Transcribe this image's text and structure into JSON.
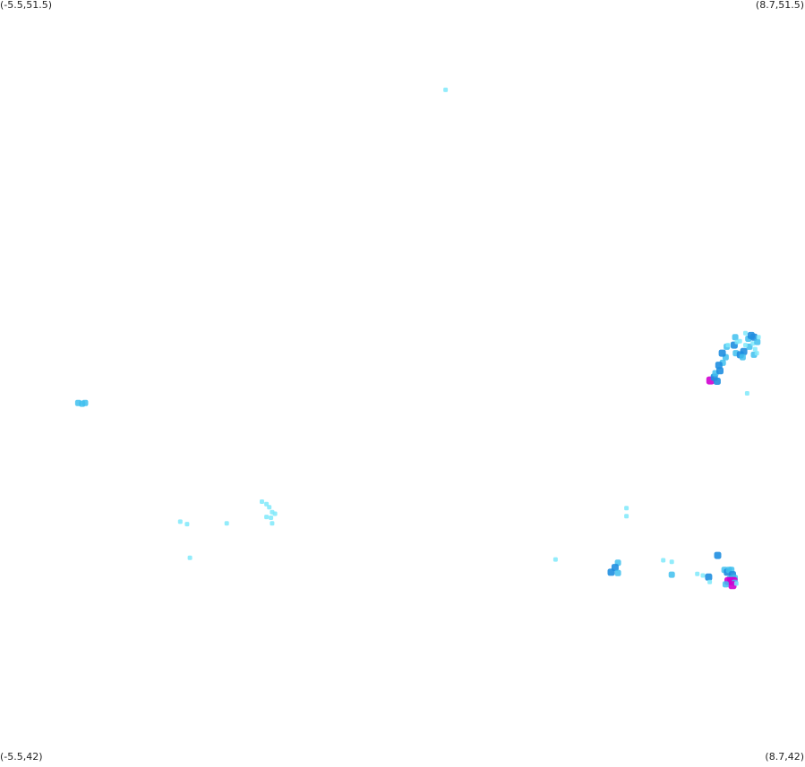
{
  "map": {
    "bounds": {
      "lon_min": -5.5,
      "lon_max": 8.7,
      "lat_min": 42,
      "lat_max": 51.5
    },
    "corner_labels": {
      "top_left": "(-5.5,51.5)",
      "top_right": "(8.7,51.5)",
      "bottom_left": "(-5.5,42)",
      "bottom_right": "(8.7,42)"
    },
    "intensity_colors": {
      "low": "#7fe9fa",
      "medium": "#3fbfef",
      "high": "#1f8ee0",
      "peak": "#d000d0"
    },
    "points": [
      {
        "lon": 2.36,
        "lat": 50.38,
        "level": "low"
      },
      {
        "lon": -4.12,
        "lat": 46.48,
        "level": "medium"
      },
      {
        "lon": -4.05,
        "lat": 46.47,
        "level": "medium"
      },
      {
        "lon": -4.0,
        "lat": 46.48,
        "level": "medium"
      },
      {
        "lon": 7.03,
        "lat": 46.76,
        "level": "peak"
      },
      {
        "lon": 7.1,
        "lat": 46.8,
        "level": "high"
      },
      {
        "lon": 7.15,
        "lat": 46.75,
        "level": "high"
      },
      {
        "lon": 7.12,
        "lat": 46.85,
        "level": "medium"
      },
      {
        "lon": 7.2,
        "lat": 46.88,
        "level": "high"
      },
      {
        "lon": 7.25,
        "lat": 46.98,
        "level": "medium"
      },
      {
        "lon": 7.18,
        "lat": 46.95,
        "level": "high"
      },
      {
        "lon": 7.3,
        "lat": 47.05,
        "level": "medium"
      },
      {
        "lon": 7.24,
        "lat": 47.1,
        "level": "high"
      },
      {
        "lon": 7.32,
        "lat": 47.18,
        "level": "medium"
      },
      {
        "lon": 7.34,
        "lat": 47.2,
        "level": "low"
      },
      {
        "lon": 7.47,
        "lat": 47.3,
        "level": "medium"
      },
      {
        "lon": 7.45,
        "lat": 47.2,
        "level": "high"
      },
      {
        "lon": 7.5,
        "lat": 47.24,
        "level": "low"
      },
      {
        "lon": 7.48,
        "lat": 47.1,
        "level": "medium"
      },
      {
        "lon": 7.55,
        "lat": 47.25,
        "level": "low"
      },
      {
        "lon": 7.65,
        "lat": 47.35,
        "level": "low"
      },
      {
        "lon": 7.7,
        "lat": 47.28,
        "level": "medium"
      },
      {
        "lon": 7.75,
        "lat": 47.32,
        "level": "high"
      },
      {
        "lon": 7.8,
        "lat": 47.3,
        "level": "high"
      },
      {
        "lon": 7.72,
        "lat": 47.18,
        "level": "medium"
      },
      {
        "lon": 7.78,
        "lat": 47.22,
        "level": "low"
      },
      {
        "lon": 7.82,
        "lat": 47.15,
        "level": "low"
      },
      {
        "lon": 7.86,
        "lat": 47.24,
        "level": "medium"
      },
      {
        "lon": 7.88,
        "lat": 47.3,
        "level": "low"
      },
      {
        "lon": 7.8,
        "lat": 47.08,
        "level": "medium"
      },
      {
        "lon": 7.85,
        "lat": 47.1,
        "level": "low"
      },
      {
        "lon": 7.62,
        "lat": 47.12,
        "level": "high"
      },
      {
        "lon": 7.65,
        "lat": 47.2,
        "level": "low"
      },
      {
        "lon": 7.56,
        "lat": 47.08,
        "level": "high"
      },
      {
        "lon": 7.6,
        "lat": 47.05,
        "level": "medium"
      },
      {
        "lon": 7.68,
        "lat": 46.6,
        "level": "low"
      },
      {
        "lon": -0.88,
        "lat": 45.25,
        "level": "low"
      },
      {
        "lon": -0.8,
        "lat": 45.22,
        "level": "low"
      },
      {
        "lon": -0.75,
        "lat": 45.18,
        "level": "low"
      },
      {
        "lon": -0.7,
        "lat": 45.12,
        "level": "low"
      },
      {
        "lon": -0.65,
        "lat": 45.1,
        "level": "low"
      },
      {
        "lon": -0.72,
        "lat": 45.05,
        "level": "low"
      },
      {
        "lon": -0.8,
        "lat": 45.06,
        "level": "low"
      },
      {
        "lon": -0.7,
        "lat": 44.98,
        "level": "low"
      },
      {
        "lon": -1.5,
        "lat": 44.98,
        "level": "low"
      },
      {
        "lon": -2.32,
        "lat": 45.0,
        "level": "low"
      },
      {
        "lon": -2.2,
        "lat": 44.97,
        "level": "low"
      },
      {
        "lon": -2.15,
        "lat": 44.55,
        "level": "low"
      },
      {
        "lon": 5.55,
        "lat": 45.17,
        "level": "low"
      },
      {
        "lon": 5.55,
        "lat": 45.07,
        "level": "low"
      },
      {
        "lon": 4.3,
        "lat": 44.53,
        "level": "low"
      },
      {
        "lon": 5.4,
        "lat": 44.49,
        "level": "medium"
      },
      {
        "lon": 5.35,
        "lat": 44.43,
        "level": "high"
      },
      {
        "lon": 5.28,
        "lat": 44.37,
        "level": "high"
      },
      {
        "lon": 5.4,
        "lat": 44.36,
        "level": "medium"
      },
      {
        "lon": 6.2,
        "lat": 44.52,
        "level": "low"
      },
      {
        "lon": 6.35,
        "lat": 44.5,
        "level": "low"
      },
      {
        "lon": 6.35,
        "lat": 44.34,
        "level": "medium"
      },
      {
        "lon": 6.8,
        "lat": 44.35,
        "level": "low"
      },
      {
        "lon": 6.9,
        "lat": 44.33,
        "level": "low"
      },
      {
        "lon": 7.0,
        "lat": 44.31,
        "level": "high"
      },
      {
        "lon": 7.02,
        "lat": 44.25,
        "level": "low"
      },
      {
        "lon": 7.16,
        "lat": 44.58,
        "level": "high"
      },
      {
        "lon": 7.28,
        "lat": 44.4,
        "level": "medium"
      },
      {
        "lon": 7.33,
        "lat": 44.37,
        "level": "high"
      },
      {
        "lon": 7.36,
        "lat": 44.4,
        "level": "medium"
      },
      {
        "lon": 7.4,
        "lat": 44.4,
        "level": "medium"
      },
      {
        "lon": 7.42,
        "lat": 44.34,
        "level": "high"
      },
      {
        "lon": 7.46,
        "lat": 44.3,
        "level": "medium"
      },
      {
        "lon": 7.38,
        "lat": 44.29,
        "level": "medium"
      },
      {
        "lon": 7.35,
        "lat": 44.26,
        "level": "peak"
      },
      {
        "lon": 7.4,
        "lat": 44.26,
        "level": "peak"
      },
      {
        "lon": 7.44,
        "lat": 44.26,
        "level": "peak"
      },
      {
        "lon": 7.46,
        "lat": 44.24,
        "level": "medium"
      },
      {
        "lon": 7.42,
        "lat": 44.21,
        "level": "peak"
      },
      {
        "lon": 7.3,
        "lat": 44.22,
        "level": "medium"
      },
      {
        "lon": 7.49,
        "lat": 44.23,
        "level": "low"
      }
    ]
  }
}
